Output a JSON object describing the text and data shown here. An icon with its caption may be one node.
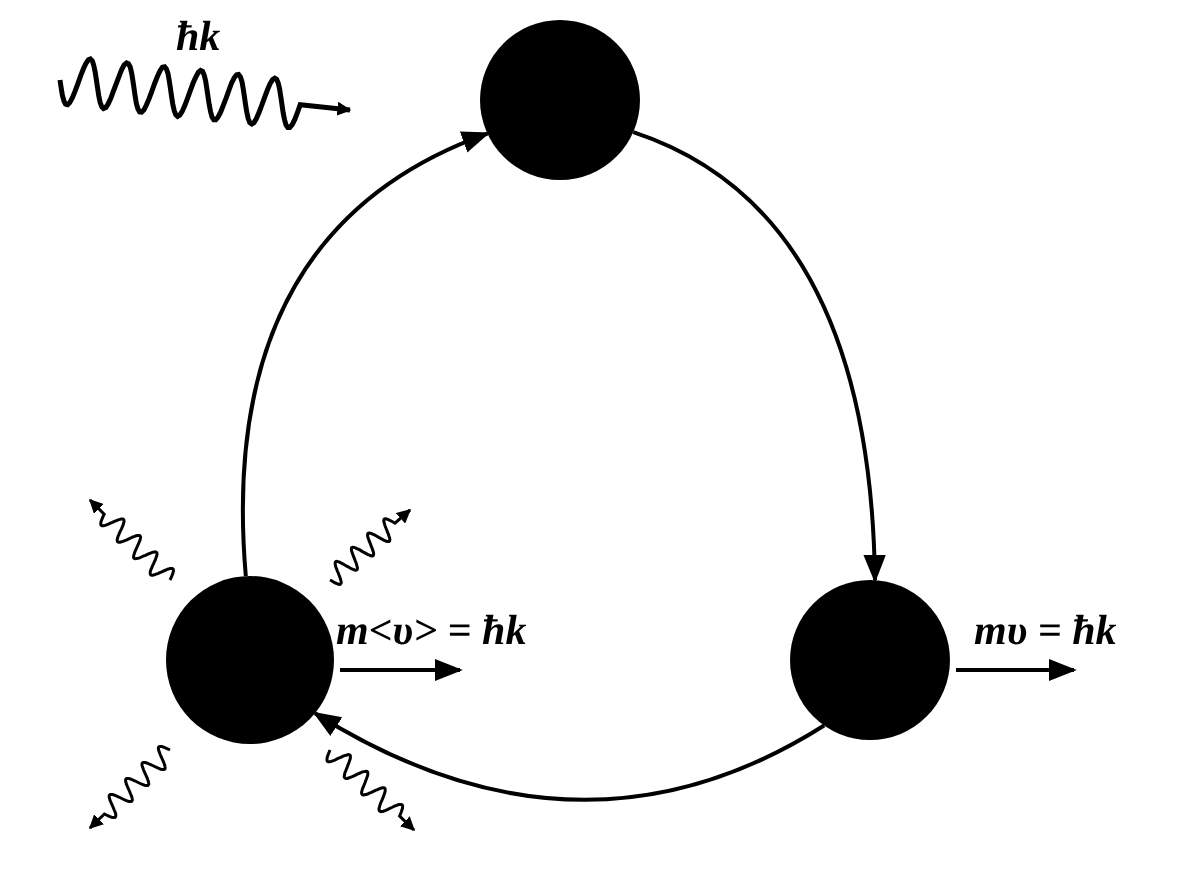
{
  "diagram": {
    "nodes": [
      {
        "text": [],
        "shape": "circle"
      },
      {
        "text": [],
        "shape": "circle",
        "beside": [
          "mυ = ħk"
        ]
      },
      {
        "text": [],
        "shape": "circle",
        "beside": [
          "m<υ> = ħk"
        ]
      }
    ],
    "edges": [
      {
        "from": 0,
        "to": 1,
        "arrow": "to"
      },
      {
        "from": 1,
        "to": 2,
        "arrow": "to"
      },
      {
        "from": 2,
        "to": 0,
        "arrow": "to"
      }
    ],
    "labels": [
      "ħk"
    ]
  }
}
